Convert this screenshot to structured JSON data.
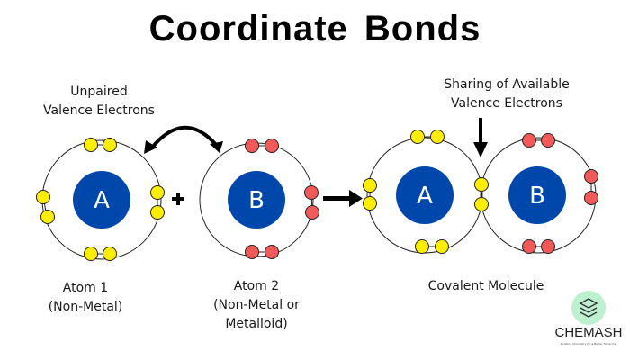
{
  "title": "Coordinate Bonds",
  "annotations": {
    "unpaired": "Unpaired\nValence Electrons",
    "sharing": "Sharing of Available\nValence Electrons"
  },
  "atoms": [
    {
      "id": "atom1",
      "symbol": "A",
      "label": "Atom 1\n(Non-Metal)",
      "electron_color": "#ffee00",
      "electrons": 8
    },
    {
      "id": "atom2",
      "symbol": "B",
      "label": "Atom 2\n(Non-Metal or\nMetalloid)",
      "electron_color": "#f25a5a",
      "electrons": 6
    }
  ],
  "molecule": {
    "label": "Covalent Molecule",
    "atom_a_symbol": "A",
    "atom_b_symbol": "B"
  },
  "operators": {
    "plus": "+"
  },
  "colors": {
    "nucleus": "#0047ab",
    "electron_a": "#ffee00",
    "electron_b": "#f25a5a",
    "shell": "#222222",
    "logo_bg": "#bdf0cf"
  },
  "logo": {
    "name": "CHEMASH",
    "icon": "layers-icon",
    "tagline": "Building Chemistry for a Better Tomorrow"
  }
}
